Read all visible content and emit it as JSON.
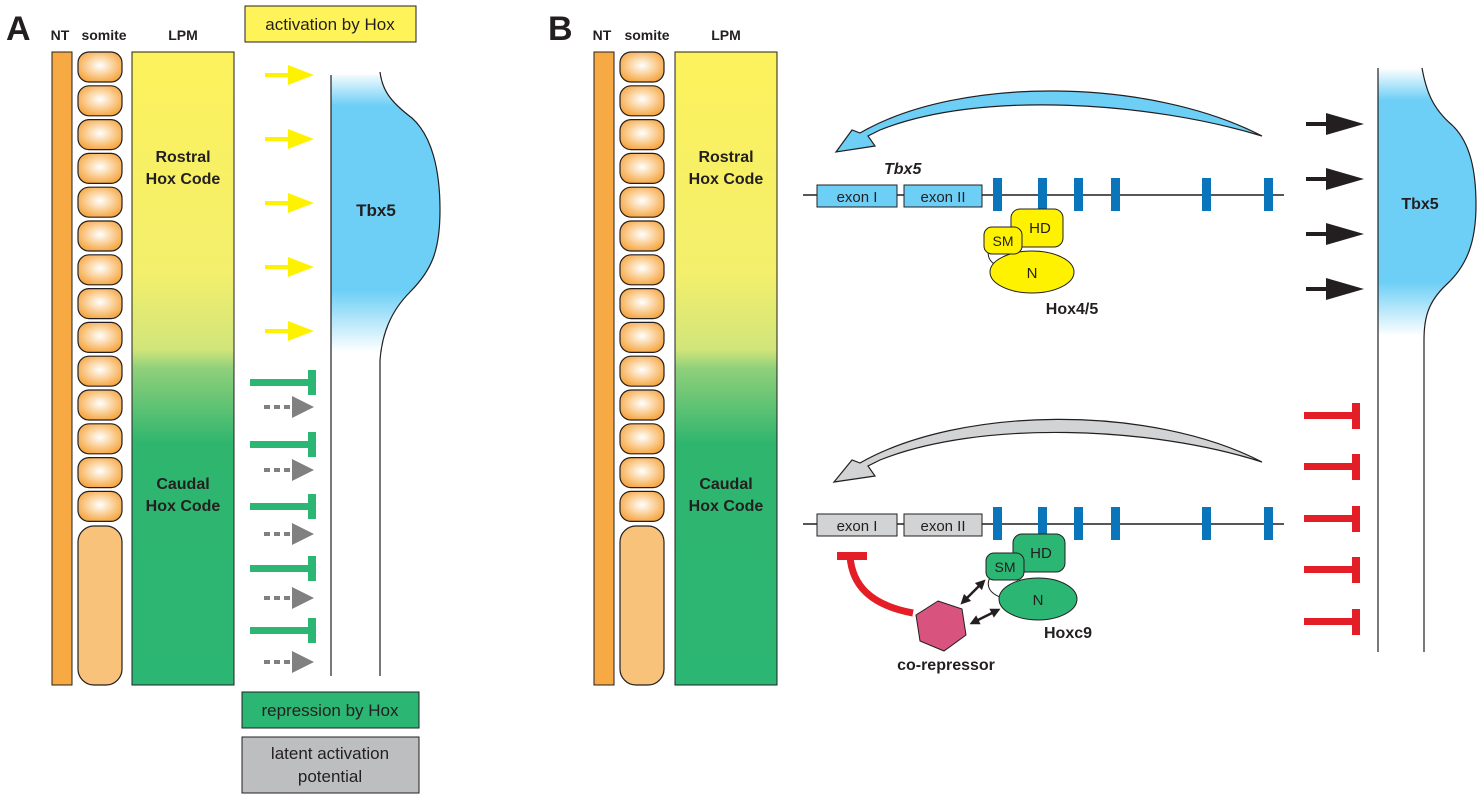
{
  "panel_a": {
    "letter": "A",
    "col_nt": "NT",
    "col_somite": "somite",
    "col_lpm": "LPM",
    "rostral_line1": "Rostral",
    "rostral_line2": "Hox Code",
    "caudal_line1": "Caudal",
    "caudal_line2": "Hox Code",
    "tbx5": "Tbx5",
    "legend_activation": "activation by Hox",
    "legend_repression": "repression by Hox",
    "legend_latent_line1": "latent activation",
    "legend_latent_line2": "potential"
  },
  "panel_b": {
    "letter": "B",
    "col_nt": "NT",
    "col_somite": "somite",
    "col_lpm": "LPM",
    "rostral_line1": "Rostral",
    "rostral_line2": "Hox Code",
    "caudal_line1": "Caudal",
    "caudal_line2": "Hox Code",
    "gene_name": "Tbx5",
    "exon1": "exon I",
    "exon2": "exon II",
    "domain_sm": "SM",
    "domain_hd": "HD",
    "domain_n": "N",
    "hox45": "Hox4/5",
    "hoxc9": "Hoxc9",
    "corepressor": "co-repressor",
    "tbx5": "Tbx5"
  },
  "colors": {
    "activation_yellow": "#fff200",
    "repression_green": "#2bb673",
    "latent_gray": "#808080",
    "tbx5_blue": "#6dcff6",
    "enhancer_blue": "#0b75bb",
    "repression_red": "#e41e26",
    "corepressor_pink": "#d9537f",
    "somite_orange": "#f7a944"
  }
}
